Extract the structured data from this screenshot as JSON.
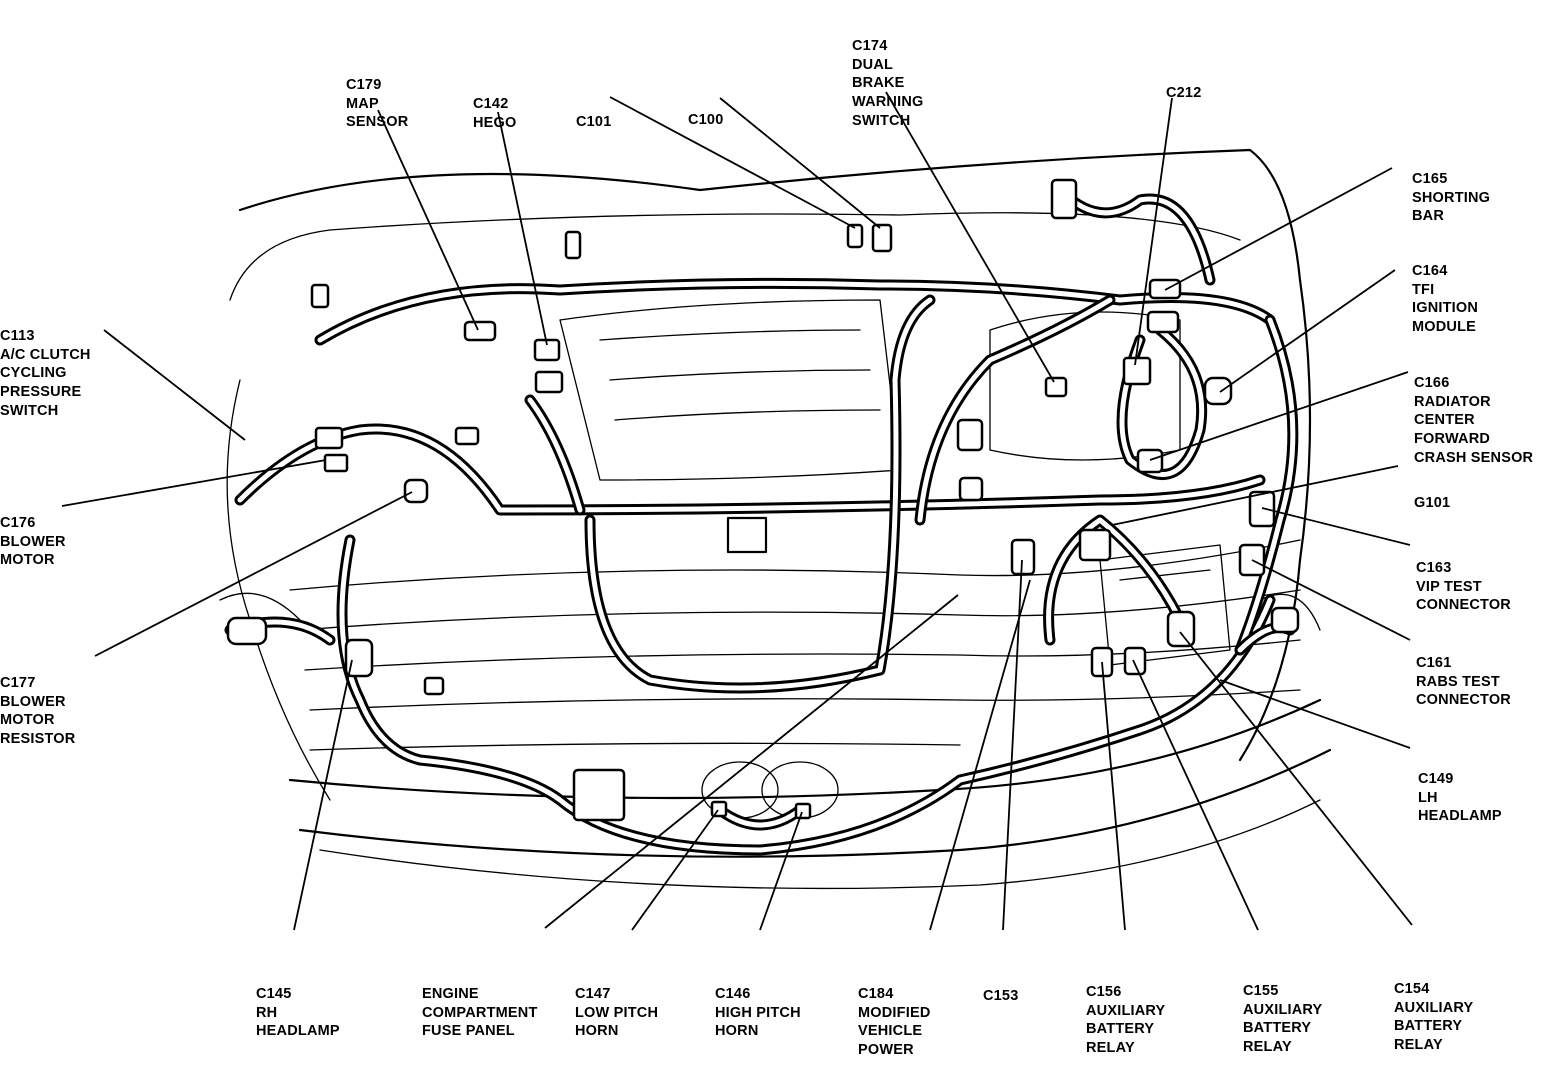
{
  "labels": {
    "c113": [
      "C113",
      "A/C CLUTCH",
      "CYCLING",
      "PRESSURE",
      "SWITCH"
    ],
    "c179": [
      "C179",
      "MAP",
      "SENSOR"
    ],
    "c142": [
      "C142",
      "HEGO"
    ],
    "c101": [
      "C101"
    ],
    "c100": [
      "C100"
    ],
    "c174": [
      "C174",
      "DUAL",
      "BRAKE",
      "WARNING",
      "SWITCH"
    ],
    "c212": [
      "C212"
    ],
    "c165": [
      "C165",
      "SHORTING",
      "BAR"
    ],
    "c164": [
      "C164",
      "TFI",
      "IGNITION",
      "MODULE"
    ],
    "c166": [
      "C166",
      "RADIATOR",
      "CENTER",
      "FORWARD",
      "CRASH SENSOR"
    ],
    "g101": [
      "G101"
    ],
    "c163": [
      "C163",
      "VIP TEST",
      "CONNECTOR"
    ],
    "c161": [
      "C161",
      "RABS TEST",
      "CONNECTOR"
    ],
    "c149": [
      "C149",
      "LH",
      "HEADLAMP"
    ],
    "c176": [
      "C176",
      "BLOWER",
      "MOTOR"
    ],
    "c177": [
      "C177",
      "BLOWER",
      "MOTOR",
      "RESISTOR"
    ],
    "c145": [
      "C145",
      "RH",
      "HEADLAMP"
    ],
    "fuse_panel": [
      "ENGINE",
      "COMPARTMENT",
      "FUSE PANEL"
    ],
    "c147": [
      "C147",
      "LOW PITCH",
      "HORN"
    ],
    "c146": [
      "C146",
      "HIGH PITCH",
      "HORN"
    ],
    "c184": [
      "C184",
      "MODIFIED",
      "VEHICLE",
      "POWER"
    ],
    "c153": [
      "C153"
    ],
    "c156": [
      "C156",
      "AUXILIARY",
      "BATTERY",
      "RELAY"
    ],
    "c155": [
      "C155",
      "AUXILIARY",
      "BATTERY",
      "RELAY"
    ],
    "c154": [
      "C154",
      "AUXILIARY",
      "BATTERY",
      "RELAY"
    ]
  }
}
